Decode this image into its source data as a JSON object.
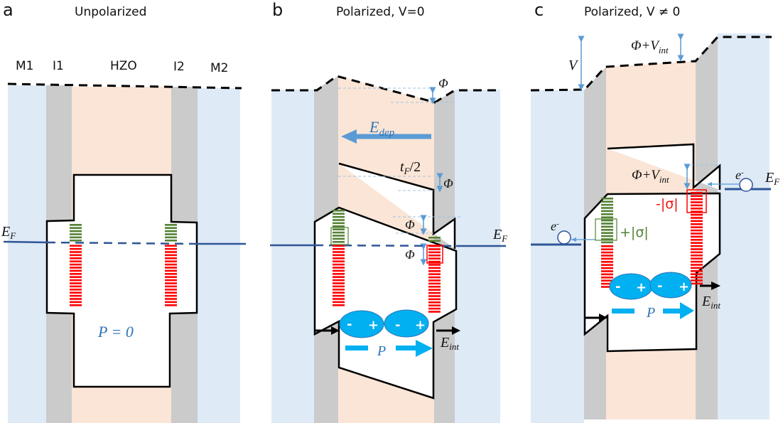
{
  "colors": {
    "metal": "#deeaf6",
    "interlayer": "#cbcbcb",
    "ferroelectric": "#fbe5d6",
    "band_outline": "#000000",
    "fermi_level": "#2f5597",
    "positive_charge": "#548235",
    "negative_charge": "#ff0000",
    "dipole": "#00b0f0",
    "annotation_blue": "#5b9bd5",
    "polarization_label": "#2e75b6"
  },
  "panels": [
    {
      "letter": "a",
      "title": "Unpolarized",
      "layers": [
        "M1",
        "I1",
        "HZO",
        "I2",
        "M2"
      ],
      "fermi_label": "E",
      "fermi_sub": "F",
      "polarization_label": "P = 0"
    },
    {
      "letter": "b",
      "title": "Polarized, V=0",
      "depolarization_field": "E",
      "depolarization_sub": "dep",
      "barrier_step": "Φ",
      "half_thickness": "t",
      "half_thickness_sub": "F",
      "half_thickness_suffix": "/2",
      "step_labels": [
        "Φ",
        "Φ",
        "Φ"
      ],
      "fermi_label": "E",
      "fermi_sub": "F",
      "dipole_signs": [
        "-",
        "+",
        "-",
        "+"
      ],
      "polarization_label": "P",
      "internal_field": "E",
      "internal_field_sub": "int"
    },
    {
      "letter": "c",
      "title": "Polarized, V ≠ 0",
      "voltage_label": "V",
      "top_step": "Φ+V",
      "top_step_sub": "int",
      "mid_step": "Φ+V",
      "mid_step_sub": "int",
      "electron_label": "e",
      "electron_sup": "-",
      "fermi_label": "E",
      "fermi_sub": "F",
      "positive_sigma": "+|σ|",
      "negative_sigma": "-|σ|",
      "dipole_signs": [
        "-",
        "+",
        "-",
        "+"
      ],
      "polarization_label": "P",
      "internal_field": "E",
      "internal_field_sub": "int"
    }
  ]
}
